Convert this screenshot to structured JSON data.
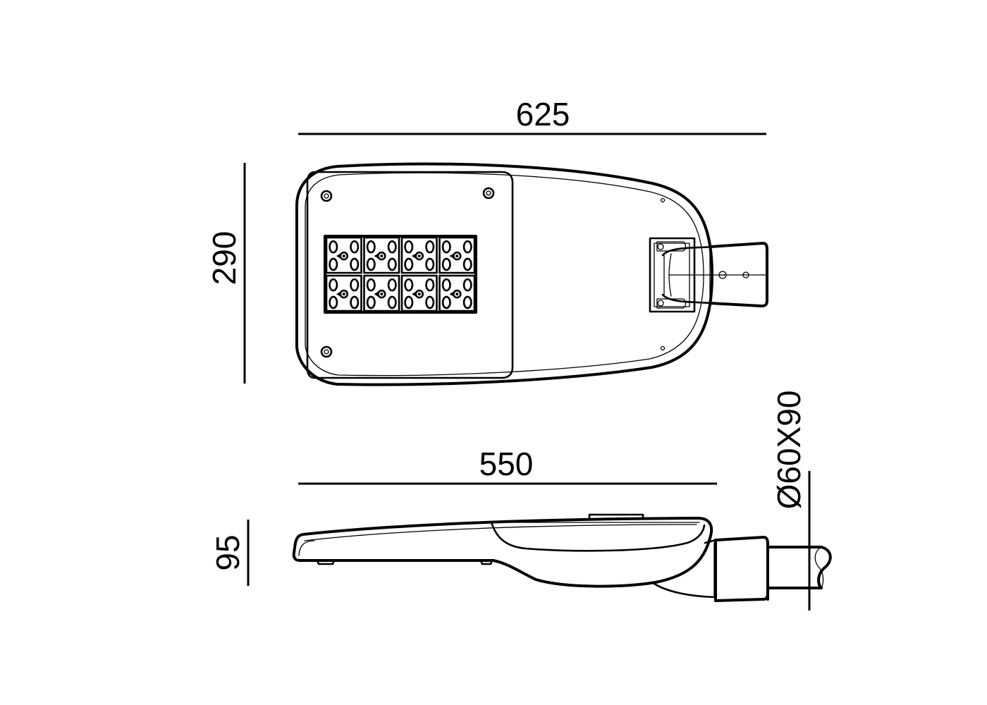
{
  "drawing": {
    "top_view": {
      "width_label": "625",
      "depth_label": "290"
    },
    "side_view": {
      "length_label": "550",
      "height_label": "95",
      "spigot_label": "Ø60X90"
    },
    "led_array": {
      "rows": 2,
      "columns": 4
    },
    "line_color": "#000000",
    "background_color": "#ffffff"
  }
}
